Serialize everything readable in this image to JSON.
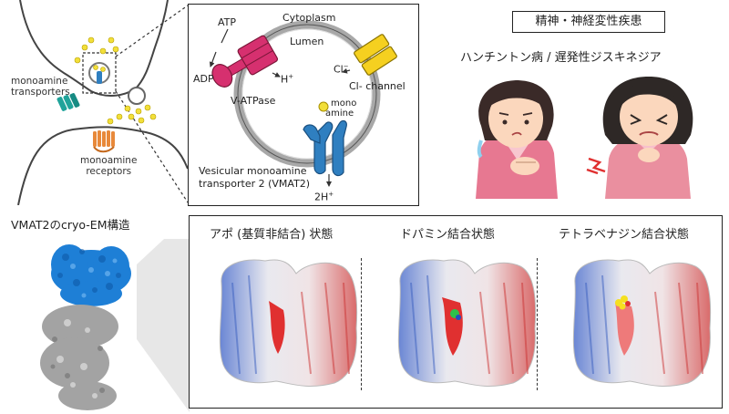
{
  "synapse": {
    "transporter_label_1": "monoamine",
    "transporter_label_2": "transporters",
    "receptor_label_1": "monoamine",
    "receptor_label_2": "receptors"
  },
  "vesicle": {
    "cytoplasm": "Cytoplasm",
    "lumen": "Lumen",
    "atp": "ATP",
    "adp": "ADP",
    "h_plus": "H",
    "v_atpase": "V-ATPase",
    "cl_minus": "Cl",
    "cl_channel": "Cl- channel",
    "mono": "mono",
    "amine": "amine",
    "two_h": "2H",
    "vmat_label_1": "Vesicular monoamine",
    "vmat_label_2": "transporter 2 (VMAT2)"
  },
  "disease": {
    "title": "精神・神経変性疾患",
    "subtitle": "ハンチントン病 / 遅発性ジスキネジア"
  },
  "cryo": {
    "title": "VMAT2のcryo-EM構造"
  },
  "states": [
    {
      "label": "アポ (基質非結合) 状態"
    },
    {
      "label": "ドパミン結合状態"
    },
    {
      "label": "テトラベナジン結合状態"
    }
  ],
  "colors": {
    "vatpase": "#d6306f",
    "cl_channel": "#f5d020",
    "vmat": "#2f7fc0",
    "monoamine": "#f2df3a",
    "transporter": "#20a39a",
    "receptor": "#e8893a",
    "cryo_blue": "#1e7fd6",
    "cryo_gray": "#9a9a9a",
    "pocket_red": "#e02020"
  }
}
